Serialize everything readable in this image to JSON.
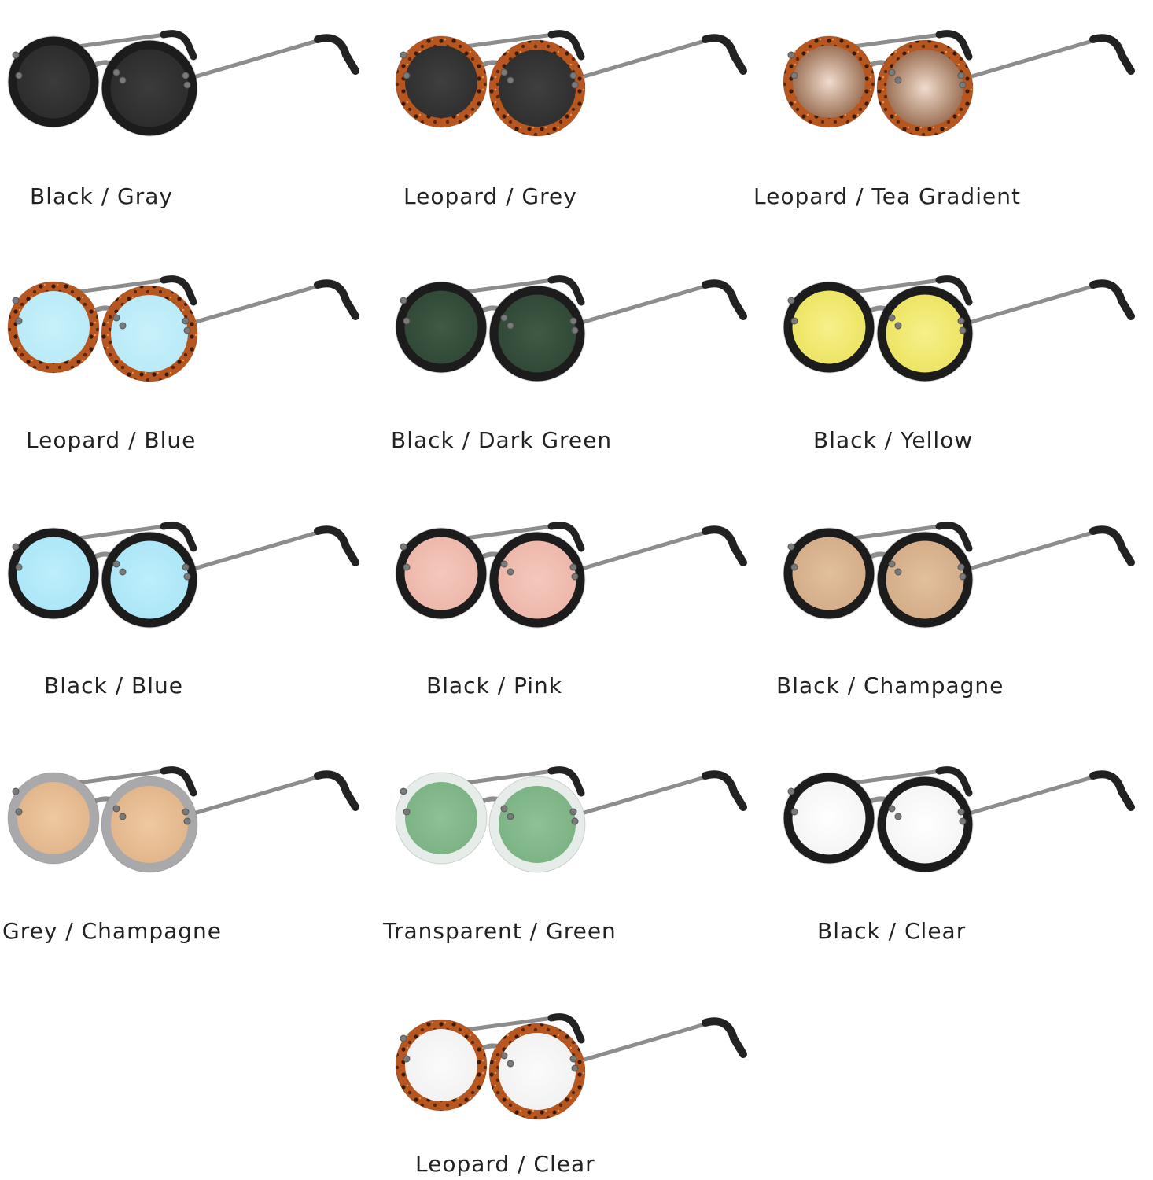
{
  "variants": [
    {
      "label": "Black / Gray",
      "frame": "black",
      "lens": "#3b3b3b",
      "lens_edge": "#2a2a2a"
    },
    {
      "label": "Leopard / Grey",
      "frame": "leopard",
      "lens": "#3f3f3f",
      "lens_edge": "#2c2c2c"
    },
    {
      "label": "Leopard / Tea Gradient",
      "frame": "leopard",
      "lens": "#8a5a3c",
      "lens_edge": "#f0dccd",
      "gradient": true
    },
    {
      "label": "Leopard / Blue",
      "frame": "leopard",
      "lens": "#c8f1fb",
      "lens_edge": "#b6e9f6"
    },
    {
      "label": "Black / Dark Green",
      "frame": "black",
      "lens": "#3f5a45",
      "lens_edge": "#2e4534"
    },
    {
      "label": "Black / Yellow",
      "frame": "black",
      "lens": "#f6f08a",
      "lens_edge": "#ebe25c"
    },
    {
      "label": "Black / Blue",
      "frame": "black",
      "lens": "#bdeefc",
      "lens_edge": "#a9e5f6"
    },
    {
      "label": "Black / Pink",
      "frame": "black",
      "lens": "#f4c8bd",
      "lens_edge": "#ecb4a7"
    },
    {
      "label": "Black / Champagne",
      "frame": "black",
      "lens": "#e2c09d",
      "lens_edge": "#d2a985"
    },
    {
      "label": "Grey / Champagne",
      "frame": "grey",
      "lens": "#eec9a1",
      "lens_edge": "#e0b287"
    },
    {
      "label": "Transparent / Green",
      "frame": "transparent",
      "lens": "#8fc196",
      "lens_edge": "#78b081"
    },
    {
      "label": "Black / Clear",
      "frame": "black",
      "lens": "#ffffff",
      "lens_edge": "#f3f3f3"
    },
    {
      "label": "Leopard / Clear",
      "frame": "leopard",
      "lens": "#fbfbfb",
      "lens_edge": "#f0f0f0"
    }
  ]
}
